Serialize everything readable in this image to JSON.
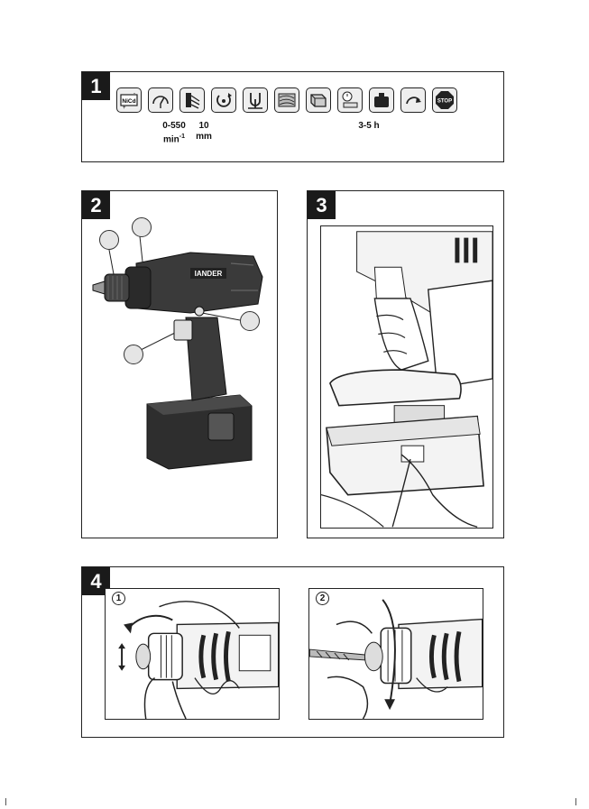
{
  "panels": {
    "p1": {
      "number": "1",
      "icons": [
        "nicd-battery-icon",
        "speed-gauge-icon",
        "drill-capacity-icon",
        "rotation-icon",
        "chuck-icon",
        "wood-icon",
        "steel-icon",
        "charging-time-icon",
        "weight-icon",
        "reverse-icon",
        "stop-icon"
      ],
      "nicd_label": "NiCd",
      "stop_label": "STOP",
      "speed_value": "0-550",
      "speed_unit": "min",
      "speed_exp": "-1",
      "drill_value": "10",
      "drill_unit": "mm",
      "charge_time": "3-5 h"
    },
    "p2": {
      "number": "2",
      "brand": "IANDER"
    },
    "p3": {
      "number": "3"
    },
    "p4": {
      "number": "4",
      "step1": "1",
      "step2": "2"
    }
  },
  "colors": {
    "ink": "#1a1a1a",
    "tool_body": "#3a3a3a",
    "callout": "#e5e5e5"
  }
}
